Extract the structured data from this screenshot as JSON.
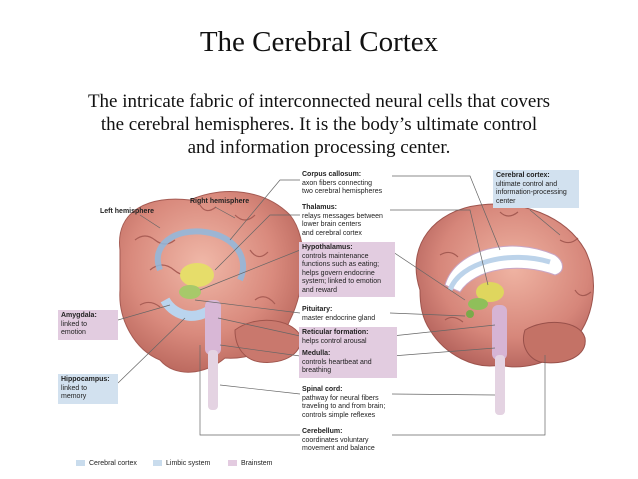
{
  "title": "The Cerebral Cortex",
  "subtitle_line1": "The intricate fabric of interconnected neural cells that covers",
  "subtitle_line2": "the cerebral hemispheres. It is the body’s ultimate control",
  "subtitle_line3": "and information processing center.",
  "hemispheres": {
    "left": "Left hemisphere",
    "right": "Right hemisphere"
  },
  "left_labels": {
    "amygdala": {
      "name": "Amygdala:",
      "desc1": "linked to",
      "desc2": "emotion"
    },
    "hippocampus": {
      "name": "Hippocampus:",
      "desc1": "linked to",
      "desc2": "memory"
    }
  },
  "center_labels": {
    "corpus": {
      "name": "Corpus callosum:",
      "d1": "axon fibers connecting",
      "d2": "two cerebral hemispheres"
    },
    "thalamus": {
      "name": "Thalamus:",
      "d1": "relays messages between",
      "d2": "lower brain centers",
      "d3": "and cerebral cortex"
    },
    "hypothalamus": {
      "name": "Hypothalamus:",
      "d1": "controls maintenance",
      "d2": "functions such as eating;",
      "d3": "helps govern endocrine",
      "d4": "system; linked to emotion",
      "d5": "and reward"
    },
    "pituitary": {
      "name": "Pituitary:",
      "d1": "master endocrine gland"
    },
    "reticular": {
      "name": "Reticular formation:",
      "d1": "helps control arousal"
    },
    "medulla": {
      "name": "Medulla:",
      "d1": "controls heartbeat and",
      "d2": "breathing"
    },
    "spinal": {
      "name": "Spinal cord:",
      "d1": "pathway for neural fibers",
      "d2": "traveling to and from brain;",
      "d3": "controls simple reflexes"
    },
    "cerebellum": {
      "name": "Cerebellum:",
      "d1": "coordinates voluntary",
      "d2": "movement and balance"
    }
  },
  "cortex_label": {
    "name": "Cerebral cortex:",
    "d1": "ultimate control and",
    "d2": "information-processing",
    "d3": "center"
  },
  "legend": {
    "cortex": "Cerebral cortex",
    "limbic": "Limbic system",
    "brainstem": "Brainstem"
  },
  "colors": {
    "limbic": "#c9dced",
    "brainstem": "#e3cbe0",
    "cortex_box": "#d2e1ef"
  }
}
